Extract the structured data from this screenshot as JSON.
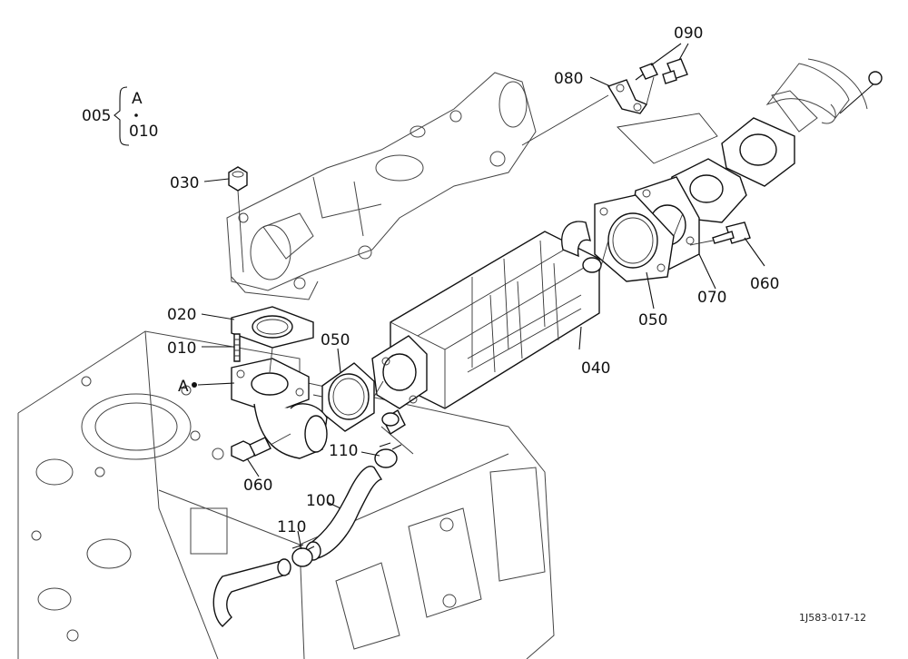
{
  "diagram": {
    "drawing_code": "1J583-017-12",
    "assembly_bracket": {
      "parent": "005",
      "items": [
        "A",
        "010"
      ]
    },
    "callouts": {
      "c090": "090",
      "c080": "080",
      "c030": "030",
      "c020": "020",
      "c010": "010",
      "cA": "A",
      "c050a": "050",
      "c050b": "050",
      "c040": "040",
      "c060a": "060",
      "c060b": "060",
      "c070": "070",
      "c110a": "110",
      "c110b": "110",
      "c100": "100"
    }
  }
}
